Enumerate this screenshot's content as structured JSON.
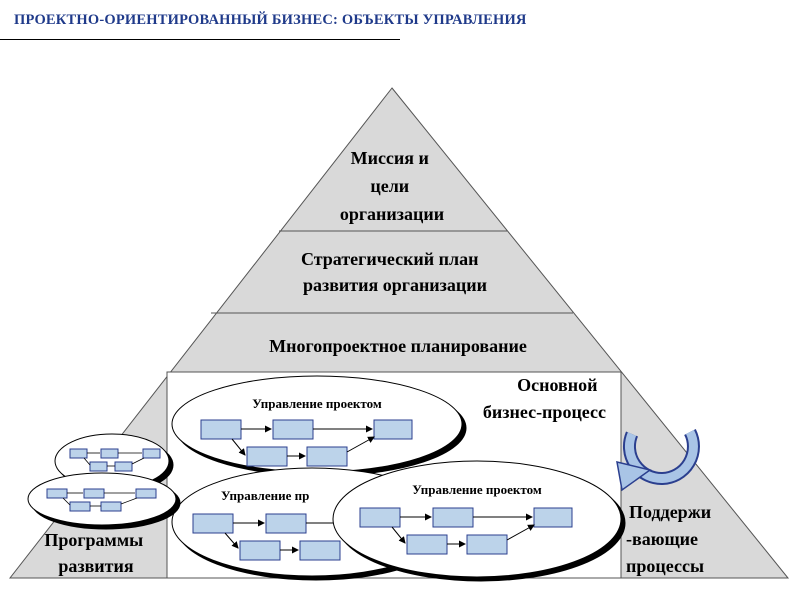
{
  "header": {
    "title": "ПРОЕКТНО-ОРИЕНТИРОВАННЫЙ  БИЗНЕС: ОБЪЕКТЫ УПРАВЛЕНИЯ"
  },
  "pyramid": {
    "level1": [
      "Миссия и",
      "цели",
      "организации"
    ],
    "level2": [
      "Стратегический план",
      "развития организации"
    ],
    "level3": "Многопроектное планирование",
    "core": [
      "Основной",
      "бизнес-процесс"
    ],
    "left": [
      "Программы",
      "развития"
    ],
    "right": [
      "Поддержи",
      "-вающие",
      "процессы"
    ]
  },
  "ovals": {
    "project_label": "Управление проектом",
    "project_label_partial": "Управление пр"
  },
  "icons": {
    "cycle": "circular-arrow-icon"
  },
  "colors": {
    "header": "#1f3a8a",
    "pyramid_fill": "#d9d9d9",
    "box_fill": "#bcd3ea",
    "box_stroke": "#2b3f8f"
  }
}
